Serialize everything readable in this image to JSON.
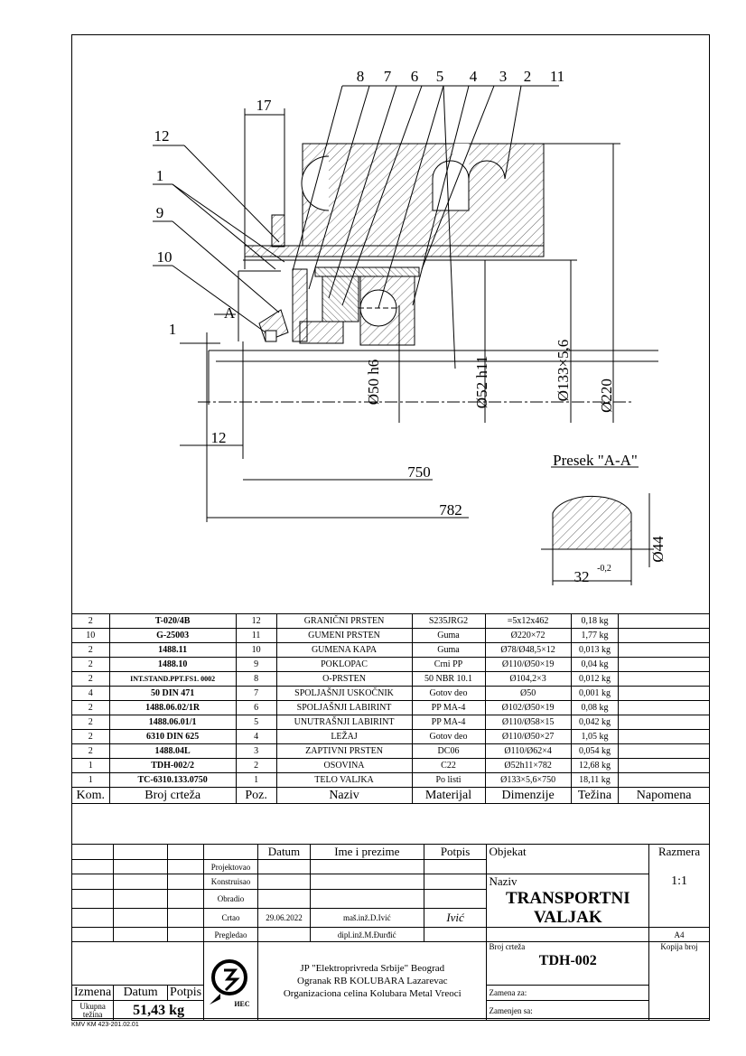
{
  "drawing": {
    "callouts": [
      "8",
      "7",
      "6",
      "5",
      "4",
      "3",
      "2",
      "11"
    ],
    "left_callouts": [
      "12",
      "1",
      "9",
      "10"
    ],
    "dim_17": "17",
    "dim_1": "1",
    "section_mark": "A",
    "dim_12": "12",
    "dim_750": "750",
    "dim_782": "782",
    "d50": "Ø50 h6",
    "d52": "Ø52 h11",
    "d133": "Ø133×5,6",
    "d220": "Ø220",
    "section_title": "Presek \"A-A\"",
    "d44": "Ø44",
    "dim_32": "32",
    "dim_32_tol": "-0,2"
  },
  "bom": {
    "rows": [
      [
        "2",
        "T-020/4B",
        "12",
        "GRANIČNI PRSTEN",
        "S235JRG2",
        "=5x12x462",
        "0,18 kg",
        ""
      ],
      [
        "10",
        "G-25003",
        "11",
        "GUMENI PRSTEN",
        "Guma",
        "Ø220×72",
        "1,77 kg",
        ""
      ],
      [
        "2",
        "1488.11",
        "10",
        "GUMENA KAPA",
        "Guma",
        "Ø78/Ø48,5×12",
        "0,013 kg",
        ""
      ],
      [
        "2",
        "1488.10",
        "9",
        "POKLOPAC",
        "Crni PP",
        "Ø110/Ø50×19",
        "0,04 kg",
        ""
      ],
      [
        "2",
        "INT.STAND.PPT.FS1. 0002",
        "8",
        "O-PRSTEN",
        "50 NBR 10.1",
        "Ø104,2×3",
        "0,012 kg",
        ""
      ],
      [
        "4",
        "50 DIN 471",
        "7",
        "SPOLJAŠNJI USKOČNIK",
        "Gotov deo",
        "Ø50",
        "0,001 kg",
        ""
      ],
      [
        "2",
        "1488.06.02/1R",
        "6",
        "SPOLJAŠNJI LABIRINT",
        "PP MA-4",
        "Ø102/Ø50×19",
        "0,08 kg",
        ""
      ],
      [
        "2",
        "1488.06.01/1",
        "5",
        "UNUTRAŠNJI LABIRINT",
        "PP MA-4",
        "Ø110/Ø58×15",
        "0,042 kg",
        ""
      ],
      [
        "2",
        "6310 DIN 625",
        "4",
        "LEŽAJ",
        "Gotov deo",
        "Ø110/Ø50×27",
        "1,05 kg",
        ""
      ],
      [
        "2",
        "1488.04L",
        "3",
        "ZAPTIVNI PRSTEN",
        "DC06",
        "Ø110/Ø62×4",
        "0,054 kg",
        ""
      ],
      [
        "1",
        "TDH-002/2",
        "2",
        "OSOVINA",
        "C22",
        "Ø52h11×782",
        "12,68 kg",
        ""
      ],
      [
        "1",
        "TC-6310.133.0750",
        "1",
        "TELO VALJKA",
        "Po listi",
        "Ø133×5,6×750",
        "18,11 kg",
        ""
      ]
    ],
    "header": [
      "Kom.",
      "Broj crteža",
      "Poz.",
      "Naziv",
      "Materijal",
      "Dimenzije",
      "Težina",
      "Napomena"
    ]
  },
  "titleblock": {
    "datum_h": "Datum",
    "ime_h": "Ime i prezime",
    "potpis_h": "Potpis",
    "objekat": "Objekat",
    "razmera_h": "Razmera",
    "projektovao": "Projektovao",
    "konstruisao": "Konstruisao",
    "obradio": "Obradio",
    "crtao": "Crtao",
    "pregledao": "Pregledao",
    "naziv_h": "Naziv",
    "razmera": "1:1",
    "crtao_date": "29.06.2022",
    "crtao_name": "maš.inž.D.Ivić",
    "signature": "Ivić",
    "title1": "TRANSPORTNI",
    "title2": "VALJAK",
    "format": "A4",
    "pregledao_name": "dipl.inž.M.Đurđić",
    "org1": "JP \"Elektroprivreda Srbije\" Beograd",
    "org2": "Ogranak RB KOLUBARA Lazarevac",
    "org3": "Organizaciona celina Kolubara Metal Vreoci",
    "broj_crteza_h": "Broj crteža",
    "broj_crteza": "TDH-002",
    "kopija_broj": "Kopija broj",
    "izmena": "Izmena",
    "datum2": "Datum",
    "potpis2": "Potpis",
    "zamena_za": "Zamena za:",
    "zamenjen_sa": "Zamenjen sa:",
    "ukupna_tezina": "Ukupna težina",
    "tezina": "51,43 kg",
    "logo_text": "ИЕС"
  },
  "footer": "KMV KM 423-201.02.01"
}
